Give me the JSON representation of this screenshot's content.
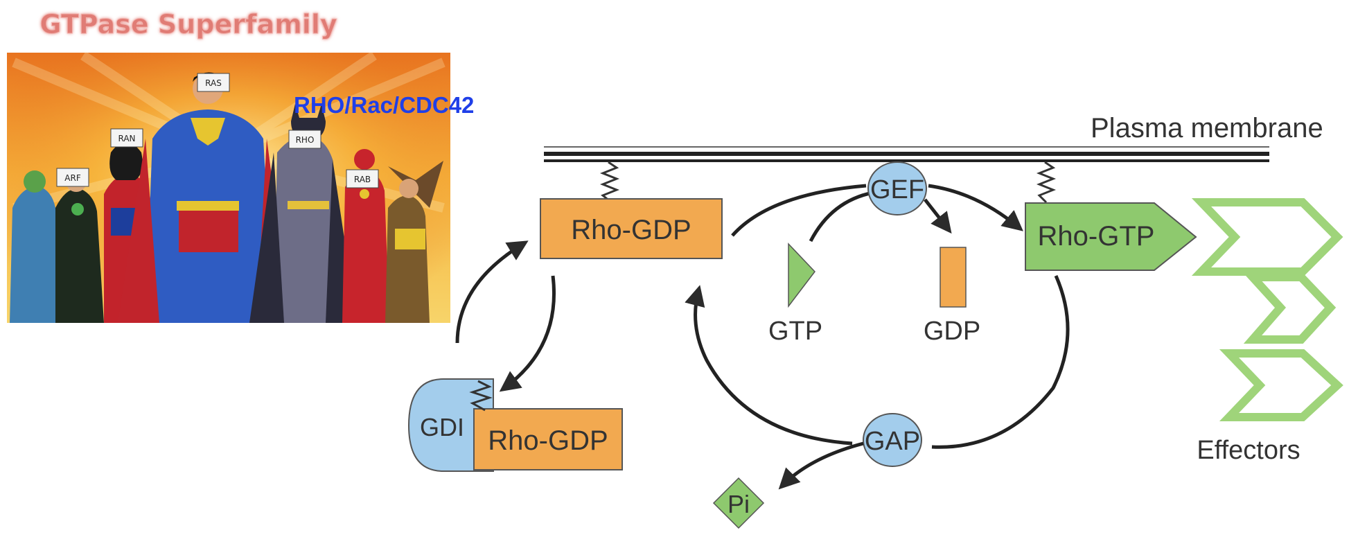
{
  "header": {
    "title": "GTPase Superfamily",
    "title_color": "#e07b74"
  },
  "illustration": {
    "hero_tags": [
      "RAS",
      "RAN",
      "RHO",
      "ARF",
      "RAB"
    ],
    "highlight_label": "RHO/Rac/CDC42",
    "highlight_color": "#1f3fe8"
  },
  "diagram": {
    "membrane_label": "Plasma membrane",
    "rho_gdp_top": "Rho-GDP",
    "rho_gtp": "Rho-GTP",
    "gef": "GEF",
    "gap": "GAP",
    "gdi": "GDI",
    "rho_gdp_complex": "Rho-GDP",
    "gtp": "GTP",
    "gdp": "GDP",
    "pi": "Pi",
    "effectors": "Effectors",
    "colors": {
      "rho_gdp": "#f2a950",
      "rho_gtp": "#8ec96e",
      "enzyme": "#a3cdec",
      "effector_outline": "#9fd47a"
    }
  }
}
